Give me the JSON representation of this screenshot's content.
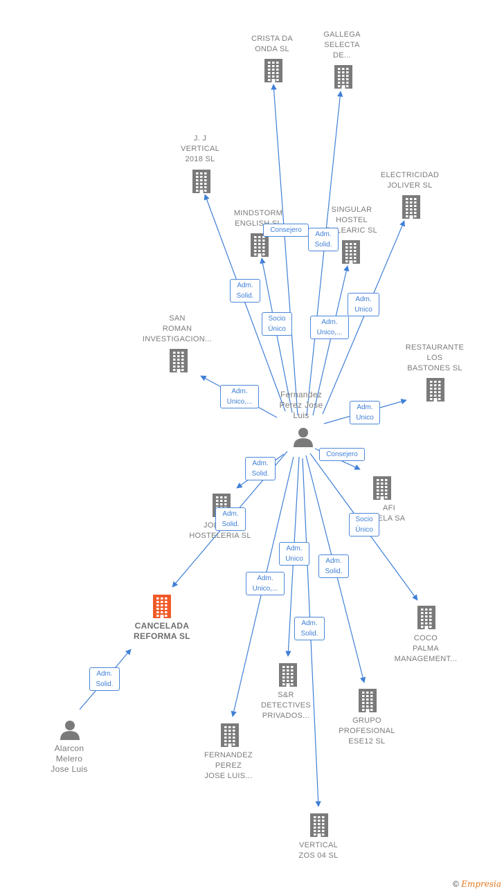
{
  "center": {
    "label": "Fernandez\nPerez Jose\nLuis",
    "icon": "person-icon"
  },
  "nodes": [
    {
      "id": "crista",
      "label": "CRISTA DA\nONDA SL",
      "icon": "building-icon"
    },
    {
      "id": "gallega",
      "label": "GALLEGA\nSELECTA\nDE...",
      "icon": "building-icon"
    },
    {
      "id": "jj",
      "label": "J. J\nVERTICAL\n2018 SL",
      "icon": "building-icon"
    },
    {
      "id": "electricidad",
      "label": "ELECTRICIDAD\nJOLIVER SL",
      "icon": "building-icon"
    },
    {
      "id": "mindstorm",
      "label": "MINDSTORM\nENGLISH SL",
      "icon": "building-icon"
    },
    {
      "id": "singular",
      "label": "SINGULAR\nHOSTEL\nBALEARIC SL",
      "icon": "building-icon"
    },
    {
      "id": "sanroman",
      "label": "SAN\nROMAN\nINVESTIGACION...",
      "icon": "building-icon"
    },
    {
      "id": "restaurante",
      "label": "RESTAURANTE\nLOS\nBASTONES SL",
      "icon": "building-icon"
    },
    {
      "id": "afi",
      "label": "AFI\nFELA SA",
      "icon": "building-icon"
    },
    {
      "id": "joliver",
      "label": "JOLIVER\nHOSTELERIA SL",
      "icon": "building-icon"
    },
    {
      "id": "cancelada",
      "label": "CANCELADA\nREFORMA SL",
      "icon": "building-icon",
      "highlight": true
    },
    {
      "id": "coco",
      "label": "COCO\nPALMA\nMANAGEMENT...",
      "icon": "building-icon"
    },
    {
      "id": "sr",
      "label": "S&R\nDETECTIVES\nPRIVADOS...",
      "icon": "building-icon"
    },
    {
      "id": "grupo",
      "label": "GRUPO\nPROFESIONAL\nESE12 SL",
      "icon": "building-icon"
    },
    {
      "id": "fernandez",
      "label": "FERNANDEZ\nPEREZ\nJOSE LUIS...",
      "icon": "building-icon"
    },
    {
      "id": "vertical",
      "label": "VERTICAL\nZOS 04 SL",
      "icon": "building-icon"
    },
    {
      "id": "alarcon",
      "label": "Alarcon\nMelero\nJose Luis",
      "icon": "person-icon"
    }
  ],
  "edges": [
    {
      "id": "e-crista",
      "label": "Consejero"
    },
    {
      "id": "e-gallega",
      "label": "Adm.\nSolid."
    },
    {
      "id": "e-jj",
      "label": "Adm.\nSolid."
    },
    {
      "id": "e-mindstorm",
      "label": "Socio\nÚnico"
    },
    {
      "id": "e-singular",
      "label": "Adm.\nUnico,..."
    },
    {
      "id": "e-electricidad",
      "label": "Adm.\nUnico"
    },
    {
      "id": "e-sanroman",
      "label": "Adm.\nUnico,..."
    },
    {
      "id": "e-restaurante",
      "label": "Adm.\nUnico"
    },
    {
      "id": "e-afi",
      "label": "Consejero"
    },
    {
      "id": "e-joliver",
      "label": "Adm.\nSolid."
    },
    {
      "id": "e-cancelada",
      "label": "Adm.\nSolid."
    },
    {
      "id": "e-coco",
      "label": "Socio\nÚnico"
    },
    {
      "id": "e-sr",
      "label": "Adm.\nUnico"
    },
    {
      "id": "e-grupo",
      "label": "Adm.\nSolid."
    },
    {
      "id": "e-fernandez",
      "label": "Adm.\nUnico,..."
    },
    {
      "id": "e-vertical",
      "label": "Adm.\nSolid."
    },
    {
      "id": "e-alarcon",
      "label": "Adm.\nSolid."
    }
  ],
  "footer": {
    "copyright": "©",
    "brand": "Empresia"
  },
  "colors": {
    "edge": "#3f7fd6",
    "building": "#7a7a7a",
    "highlight": "#f05a28",
    "person": "#7a7a7a"
  }
}
